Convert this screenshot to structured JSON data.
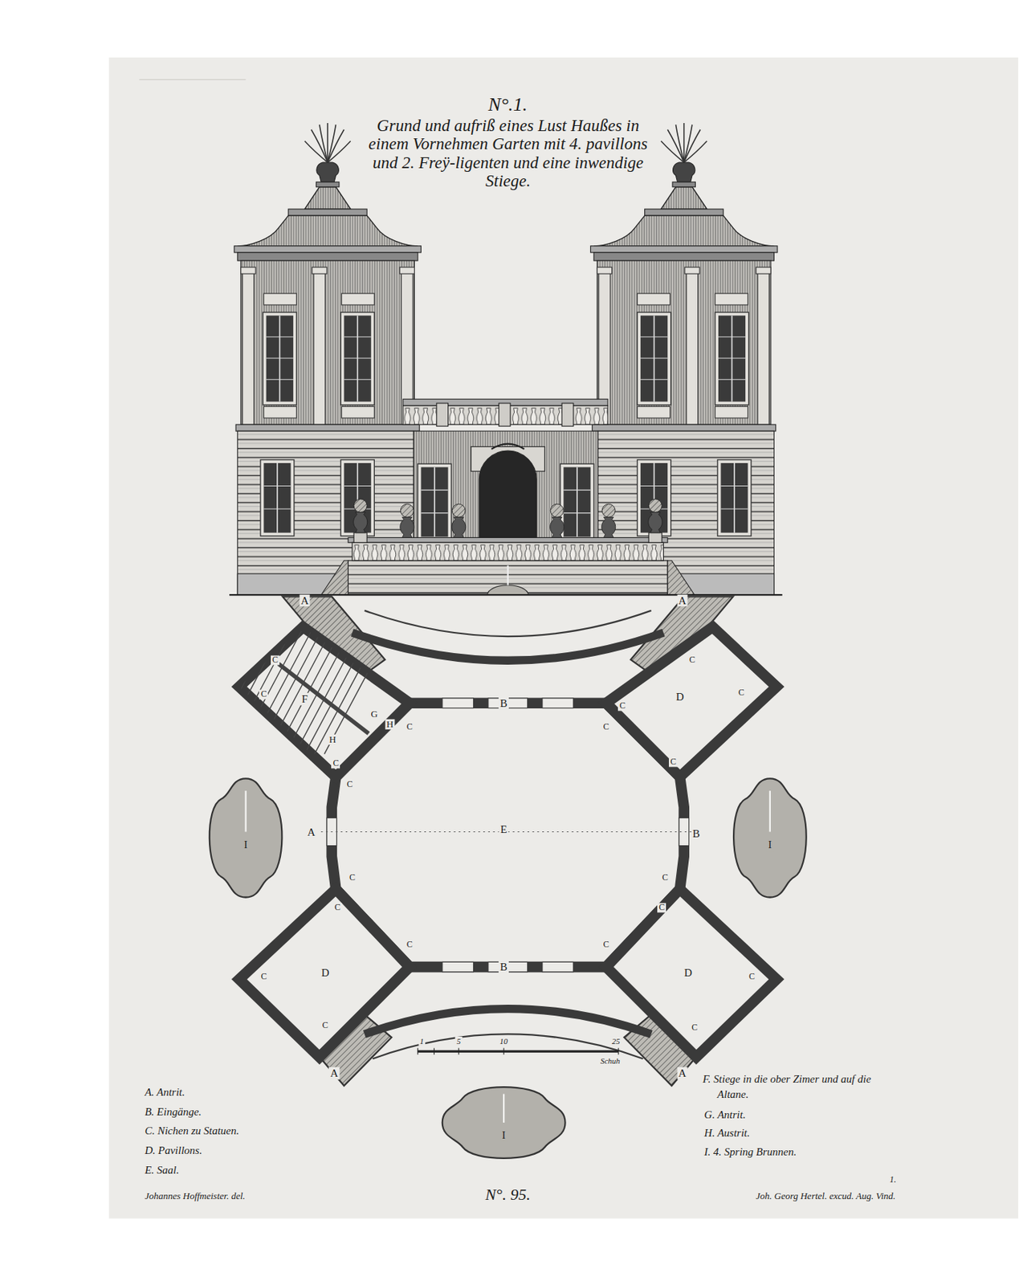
{
  "diagram": {
    "title": "Grund und aufriß eines Lust Haußes in einem Vornehmen Garten mit 4. pavillons und 2. Freÿ-ligenten und eine inwendige Stiege.",
    "labels": [
      "N°.1.",
      "A",
      "A",
      "C",
      "C",
      "C",
      "D",
      "F",
      "B",
      "C",
      "C",
      "G",
      "H",
      "C",
      "C",
      "H",
      "C",
      "C",
      "C",
      "A",
      "E",
      "B",
      "I",
      "I",
      "C",
      "C",
      "C",
      "C",
      "C",
      "C",
      "D",
      "B",
      "D",
      "C",
      "C",
      "C",
      "C",
      "1",
      "5",
      "10",
      "25",
      "Schuh",
      "A",
      "A",
      "I",
      "A. Antrit.",
      "B. Eingänge.",
      "C. Nichen zu Statuen.",
      "D. Pavillons.",
      "E. Saal.",
      "F. Stiege in die ober Zimer und auf die Altane.",
      "G. Antrit.",
      "H. Austrit.",
      "I. 4. Spring Brunnen.",
      "Johannes Hoffmeister. del.",
      "N°. 95.",
      "Joh. Georg Hertel. excud. Aug. Vind.",
      "1."
    ]
  }
}
